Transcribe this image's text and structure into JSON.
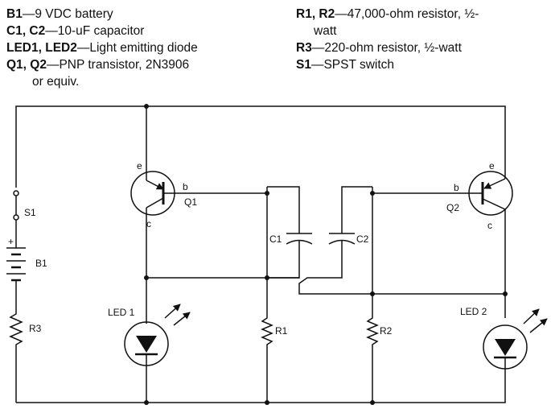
{
  "legend": {
    "left": [
      {
        "term": "B1",
        "desc": "—9 VDC battery"
      },
      {
        "term": "C1, C2",
        "desc": "—10-uF capacitor"
      },
      {
        "term": "LED1, LED2",
        "desc": "—Light emitting diode"
      },
      {
        "term": "Q1, Q2",
        "desc": "—PNP transistor, 2N3906"
      },
      {
        "term": "",
        "desc": "or equiv."
      }
    ],
    "right": [
      {
        "term": "R1, R2",
        "desc": "—47,000-ohm resistor, ½-"
      },
      {
        "term": "",
        "desc": "watt"
      },
      {
        "term": "R3",
        "desc": "—220-ohm resistor, ½-watt"
      },
      {
        "term": "S1",
        "desc": "—SPST switch"
      }
    ]
  },
  "labels": {
    "q1_e": "e",
    "q1_b": "b",
    "q1_c": "c",
    "q1": "Q1",
    "q2_e": "e",
    "q2_b": "b",
    "q2_c": "c",
    "q2": "Q2",
    "s1": "S1",
    "b1": "B1",
    "b1_plus": "+",
    "r3": "R3",
    "led1": "LED 1",
    "led2": "LED 2",
    "c1": "C1",
    "c2": "C2",
    "r1": "R1",
    "r2": "R2"
  }
}
